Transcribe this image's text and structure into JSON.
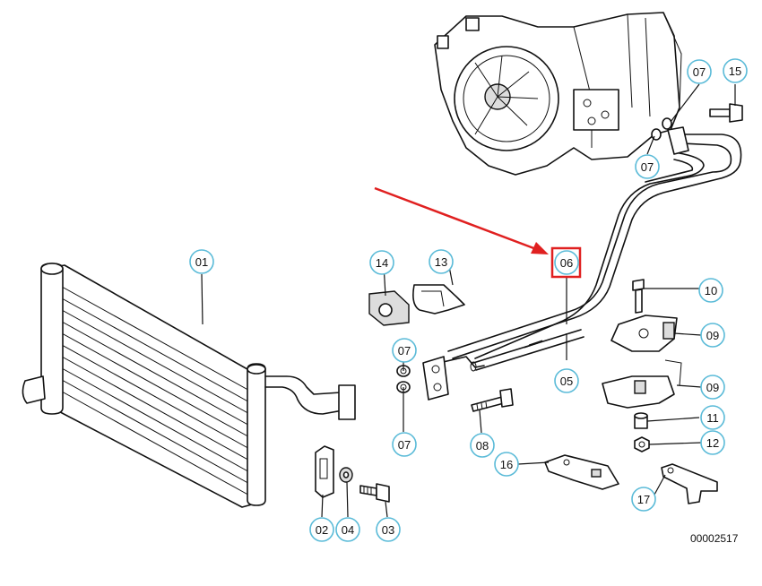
{
  "diagram": {
    "reference_number": "00002517",
    "highlighted_part": "06",
    "highlight_color": "#e02020",
    "callout_color": "#5bbbd8",
    "callouts": {
      "c01": "01",
      "c02": "02",
      "c03": "03",
      "c04": "04",
      "c05": "05",
      "c06": "06",
      "c07a": "07",
      "c07b": "07",
      "c07c": "07",
      "c07d": "07",
      "c08": "08",
      "c09a": "09",
      "c09b": "09",
      "c10": "10",
      "c11": "11",
      "c12": "12",
      "c13": "13",
      "c14": "14",
      "c15": "15",
      "c16": "16",
      "c17": "17"
    }
  }
}
